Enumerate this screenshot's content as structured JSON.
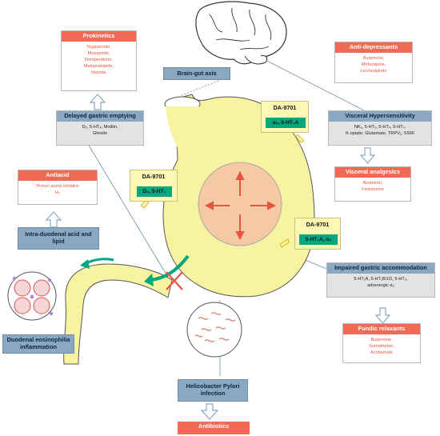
{
  "prokinetics": {
    "title": "Prokinetics",
    "items": [
      "Tegaserode,",
      "Mosapride,",
      "Domperidone,",
      "Metoprampide,",
      "Itopride"
    ]
  },
  "delayed_gastric_emptying": {
    "title": "Delayed gastric emptying",
    "line1": "D₂, 5-HT₄, Motilin,",
    "line2": "Ghrelin"
  },
  "antiacid": {
    "title": "Antiacid",
    "line1": "Proton pump inhibitor",
    "line2": "H₂"
  },
  "intra_duodenal": {
    "title": "Intra-duodenal acid and lipid"
  },
  "duodenal_eosinophilia": {
    "title": "Duodenal eosinophilia inflammation"
  },
  "brain_gut_axis": {
    "label": "Brain-gut axis"
  },
  "anti_depressants": {
    "title": "Anti-depressants",
    "items": [
      "Buspirone,",
      "Mirtazapine,",
      "Levosulpiride"
    ]
  },
  "visceral_hypersensitivity": {
    "title": "Visceral Hypersensitivity",
    "line1": "NK₁, 5-HT₃, 5-HT₄, 5-HT₇,",
    "line2": "K-opiate, Glutamate, TRPV₁, SSRI"
  },
  "visceral_analgesics": {
    "title": "Visceral analgesics",
    "items": [
      "Alosetron,",
      "Fedotozine"
    ]
  },
  "impaired_accommodation": {
    "title": "Impaired gastric accommodation",
    "line1": "5-HT₁A, 5-HT₁B/1D, 5-HT₃,",
    "line2": "adrenergic α₂"
  },
  "fundic_relaxants": {
    "title": "Fundic relaxants",
    "items": [
      "Buspirone,",
      "Sumatriptan,",
      "Acotiamide"
    ]
  },
  "helicobacter": {
    "title": "Helicobacter Pylori infection"
  },
  "antibiotics": {
    "title": "Antibiotics"
  },
  "da_left": {
    "title": "DA-9701",
    "chip": "D₂, 5-HT₄"
  },
  "da_top": {
    "title": "DA-9701",
    "chip": "α₂, 5-HT₁A"
  },
  "da_right": {
    "title": "DA-9701",
    "chip": "5-HT₁A, α₂"
  },
  "colors": {
    "red_header": "#f26a55",
    "blue_header": "#8aa8c2",
    "stomach": "#f8f3a0",
    "chip_green": "#00a87e"
  }
}
